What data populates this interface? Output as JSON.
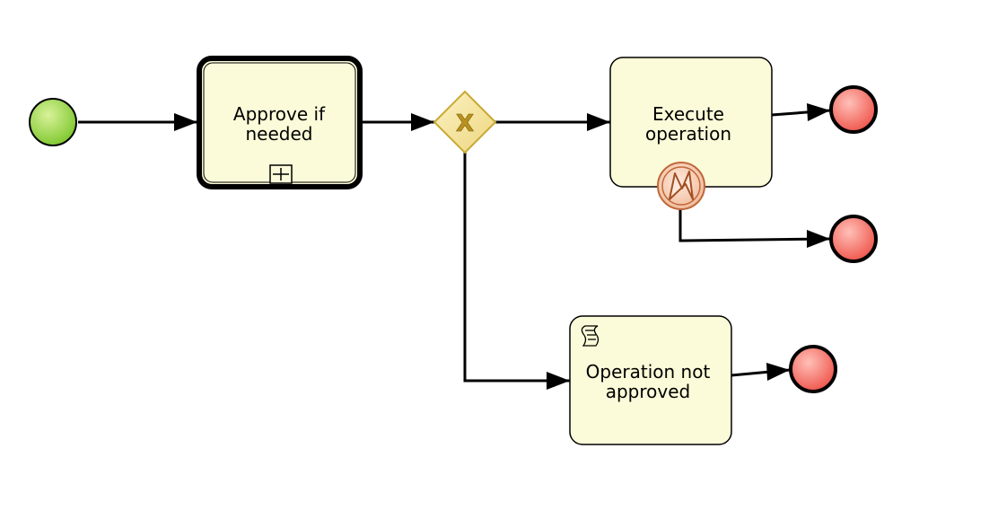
{
  "diagram": {
    "tasks": {
      "approve": {
        "line1": "Approve if",
        "line2": "needed"
      },
      "execute": {
        "line1": "Execute",
        "line2": "operation"
      },
      "not_approved": {
        "line1": "Operation not",
        "line2": "approved"
      }
    },
    "gateway": {
      "marker": "X"
    }
  },
  "colors": {
    "task_fill": "#fbfbd9",
    "start_fill": "#9ed53c",
    "end_fill": "#f5746b",
    "gateway_fill": "#f3e59a",
    "gateway_stroke": "#c8a932",
    "error_fill": "#f8d2bb",
    "error_stroke": "#c0683a",
    "flow": "#000000"
  },
  "icons": {
    "subprocess_marker": "plus-square-icon",
    "script_marker": "script-icon",
    "error_boundary": "lightning-icon"
  }
}
